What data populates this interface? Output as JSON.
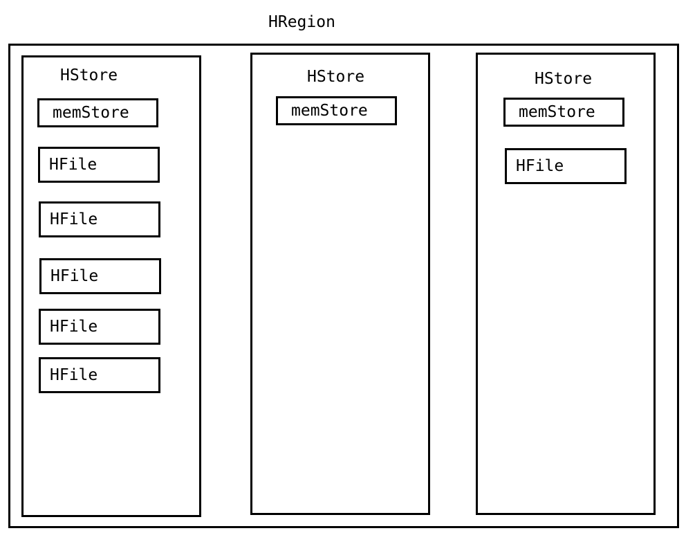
{
  "region": {
    "title": "HRegion",
    "stores": [
      {
        "title": "HStore",
        "memstore": "memStore",
        "hfiles": [
          "HFile",
          "HFile",
          "HFile",
          "HFile",
          "HFile"
        ]
      },
      {
        "title": "HStore",
        "memstore": "memStore",
        "hfiles": []
      },
      {
        "title": "HStore",
        "memstore": "memStore",
        "hfiles": [
          "HFile"
        ]
      }
    ]
  }
}
